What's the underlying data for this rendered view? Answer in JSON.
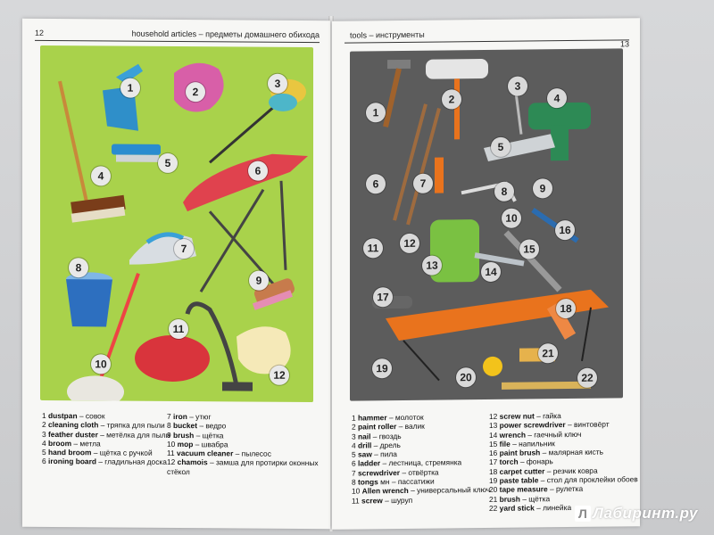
{
  "left_page": {
    "page_number": "12",
    "title": "household articles – предметы домашнего обихода",
    "items": [
      {
        "n": "1",
        "en": "dustpan",
        "ru": "совок"
      },
      {
        "n": "2",
        "en": "cleaning cloth",
        "ru": "тряпка для пыли"
      },
      {
        "n": "3",
        "en": "feather duster",
        "ru": "метёлка для пыли"
      },
      {
        "n": "4",
        "en": "broom",
        "ru": "метла"
      },
      {
        "n": "5",
        "en": "hand broom",
        "ru": "щётка с ручкой"
      },
      {
        "n": "6",
        "en": "ironing board",
        "ru": "гладильная доска"
      },
      {
        "n": "7",
        "en": "iron",
        "ru": "утюг"
      },
      {
        "n": "8",
        "en": "bucket",
        "ru": "ведро"
      },
      {
        "n": "9",
        "en": "brush",
        "ru": "щётка"
      },
      {
        "n": "10",
        "en": "mop",
        "ru": "швабра"
      },
      {
        "n": "11",
        "en": "vacuum cleaner",
        "ru": "пылесос"
      },
      {
        "n": "12",
        "en": "chamois",
        "ru": "замша для протирки оконных стёкол"
      }
    ]
  },
  "right_page": {
    "page_number": "13",
    "title": "tools – инструменты",
    "items": [
      {
        "n": "1",
        "en": "hammer",
        "ru": "молоток"
      },
      {
        "n": "2",
        "en": "paint roller",
        "ru": "валик"
      },
      {
        "n": "3",
        "en": "nail",
        "ru": "гвоздь"
      },
      {
        "n": "4",
        "en": "drill",
        "ru": "дрель"
      },
      {
        "n": "5",
        "en": "saw",
        "ru": "пила"
      },
      {
        "n": "6",
        "en": "ladder",
        "ru": "лестница, стремянка"
      },
      {
        "n": "7",
        "en": "screwdriver",
        "ru": "отвёртка"
      },
      {
        "n": "8",
        "en": "tongs",
        "ru": "мн – пассатижи"
      },
      {
        "n": "10",
        "en": "Allen wrench",
        "ru": "универсальный ключ"
      },
      {
        "n": "11",
        "en": "screw",
        "ru": "шуруп"
      },
      {
        "n": "12",
        "en": "screw nut",
        "ru": "гайка"
      },
      {
        "n": "13",
        "en": "power screwdriver",
        "ru": "винтовёрт"
      },
      {
        "n": "14",
        "en": "wrench",
        "ru": "гаечный ключ"
      },
      {
        "n": "15",
        "en": "file",
        "ru": "напильник"
      },
      {
        "n": "16",
        "en": "paint brush",
        "ru": "малярная кисть"
      },
      {
        "n": "17",
        "en": "torch",
        "ru": "фонарь"
      },
      {
        "n": "18",
        "en": "carpet cutter",
        "ru": "резчик ковра"
      },
      {
        "n": "19",
        "en": "paste table",
        "ru": "стол для проклейки обоев"
      },
      {
        "n": "20",
        "en": "tape measure",
        "ru": "рулетка"
      },
      {
        "n": "21",
        "en": "brush",
        "ru": "щётка"
      },
      {
        "n": "22",
        "en": "yard stick",
        "ru": "линейка"
      }
    ]
  },
  "colors": {
    "left_panel": "#a9d24b",
    "right_panel": "#5c5c5c"
  },
  "watermark": "Лабиринт.ру",
  "watermark_box": "Л"
}
